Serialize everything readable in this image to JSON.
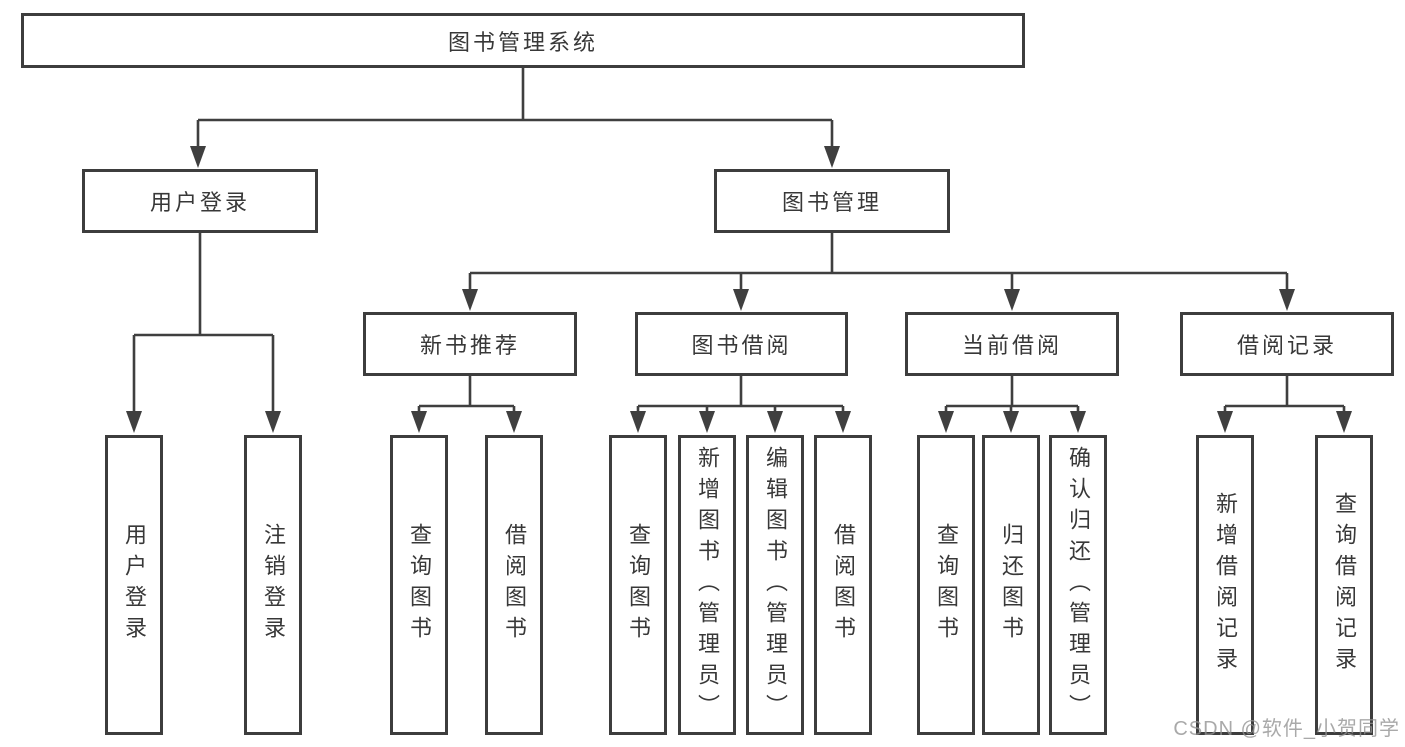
{
  "diagram": {
    "title": "图书管理系统",
    "watermark": "CSDN @软件_小贺同学",
    "colors": {
      "line": "#3f3f3f",
      "box_border": "#3d3d3d",
      "text": "#383838",
      "background": "#ffffff",
      "watermark": "#919191"
    },
    "tree": {
      "label": "图书管理系统",
      "children": [
        {
          "label": "用户登录",
          "children": [
            {
              "label": "用户登录"
            },
            {
              "label": "注销登录"
            }
          ]
        },
        {
          "label": "图书管理",
          "children": [
            {
              "label": "新书推荐",
              "children": [
                {
                  "label": "查询图书"
                },
                {
                  "label": "借阅图书"
                }
              ]
            },
            {
              "label": "图书借阅",
              "children": [
                {
                  "label": "查询图书"
                },
                {
                  "label": "新增图书（管理员）"
                },
                {
                  "label": "编辑图书（管理员）"
                },
                {
                  "label": "借阅图书"
                }
              ]
            },
            {
              "label": "当前借阅",
              "children": [
                {
                  "label": "查询图书"
                },
                {
                  "label": "归还图书"
                },
                {
                  "label": "确认归还（管理员）"
                }
              ]
            },
            {
              "label": "借阅记录",
              "children": [
                {
                  "label": "新增借阅记录"
                },
                {
                  "label": "查询借阅记录"
                }
              ]
            }
          ]
        }
      ]
    }
  }
}
